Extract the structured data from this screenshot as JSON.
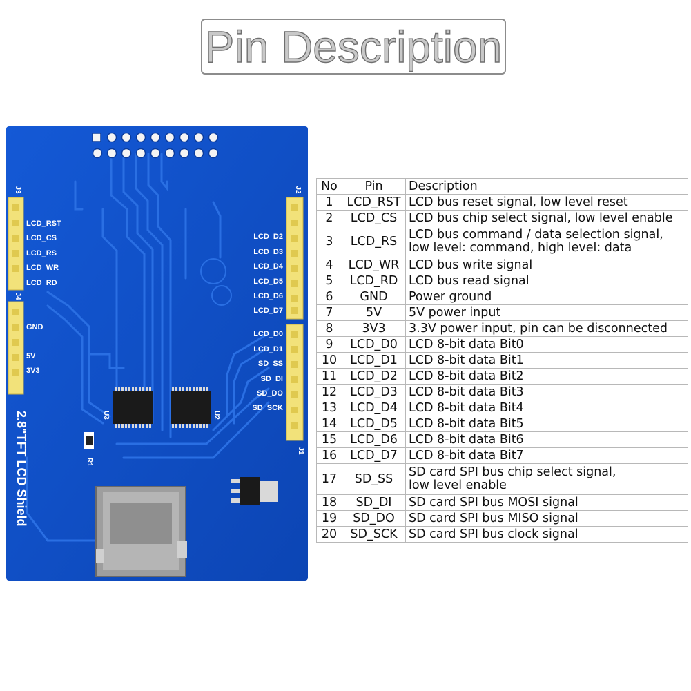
{
  "title": "Pin Description",
  "board": {
    "name": "2.8\"TFT LCD Shield",
    "header_labels": {
      "j1": "J1",
      "j2": "J2",
      "j3": "J3",
      "j4": "J4"
    },
    "chip_labels": {
      "u2": "U2",
      "u3": "U3",
      "r1": "R1"
    },
    "left_pins_j3": [
      "LCD_RST",
      "LCD_CS",
      "LCD_RS",
      "LCD_WR",
      "LCD_RD"
    ],
    "left_pins_j4": [
      "GND",
      "5V",
      "3V3"
    ],
    "right_pins_j2": [
      "LCD_D2",
      "LCD_D3",
      "LCD_D4",
      "LCD_D5",
      "LCD_D6",
      "LCD_D7"
    ],
    "right_pins_j1": [
      "LCD_D0",
      "LCD_D1",
      "SD_SS",
      "SD_DI",
      "SD_DO",
      "SD_SCK"
    ],
    "colors": {
      "pcb": "#0f4fc4",
      "trace": "#1d63d8",
      "header": "#f2e27a",
      "silk": "#ffffff"
    }
  },
  "table": {
    "headers": [
      "No",
      "Pin",
      "Description"
    ],
    "rows": [
      {
        "no": "1",
        "pin": "LCD_RST",
        "desc": "LCD bus reset signal, low level reset"
      },
      {
        "no": "2",
        "pin": "LCD_CS",
        "desc": "LCD bus chip select signal, low level enable"
      },
      {
        "no": "3",
        "pin": "LCD_RS",
        "desc": "LCD bus command / data selection signal,",
        "desc2": "low level: command, high level: data"
      },
      {
        "no": "4",
        "pin": "LCD_WR",
        "desc": "LCD bus write signal"
      },
      {
        "no": "5",
        "pin": "LCD_RD",
        "desc": "LCD bus read signal"
      },
      {
        "no": "6",
        "pin": "GND",
        "desc": "Power ground"
      },
      {
        "no": "7",
        "pin": "5V",
        "desc": "5V power input"
      },
      {
        "no": "8",
        "pin": "3V3",
        "desc": "3.3V power input, pin can be disconnected"
      },
      {
        "no": "9",
        "pin": "LCD_D0",
        "desc": "LCD 8-bit data Bit0"
      },
      {
        "no": "10",
        "pin": "LCD_D1",
        "desc": "LCD 8-bit data Bit1"
      },
      {
        "no": "11",
        "pin": "LCD_D2",
        "desc": "LCD 8-bit data Bit2"
      },
      {
        "no": "12",
        "pin": "LCD_D3",
        "desc": "LCD 8-bit data Bit3"
      },
      {
        "no": "13",
        "pin": "LCD_D4",
        "desc": "LCD 8-bit data Bit4"
      },
      {
        "no": "14",
        "pin": "LCD_D5",
        "desc": "LCD 8-bit data Bit5"
      },
      {
        "no": "15",
        "pin": "LCD_D6",
        "desc": "LCD 8-bit data Bit6"
      },
      {
        "no": "16",
        "pin": "LCD_D7",
        "desc": "LCD 8-bit data Bit7"
      },
      {
        "no": "17",
        "pin": "SD_SS",
        "desc": "SD card SPI bus chip select signal,",
        "desc2": "low level enable"
      },
      {
        "no": "18",
        "pin": "SD_DI",
        "desc": "SD card SPI bus MOSI signal"
      },
      {
        "no": "19",
        "pin": "SD_DO",
        "desc": "SD card SPI bus MISO signal"
      },
      {
        "no": "20",
        "pin": "SD_SCK",
        "desc": "SD card SPI bus clock signal"
      }
    ]
  }
}
